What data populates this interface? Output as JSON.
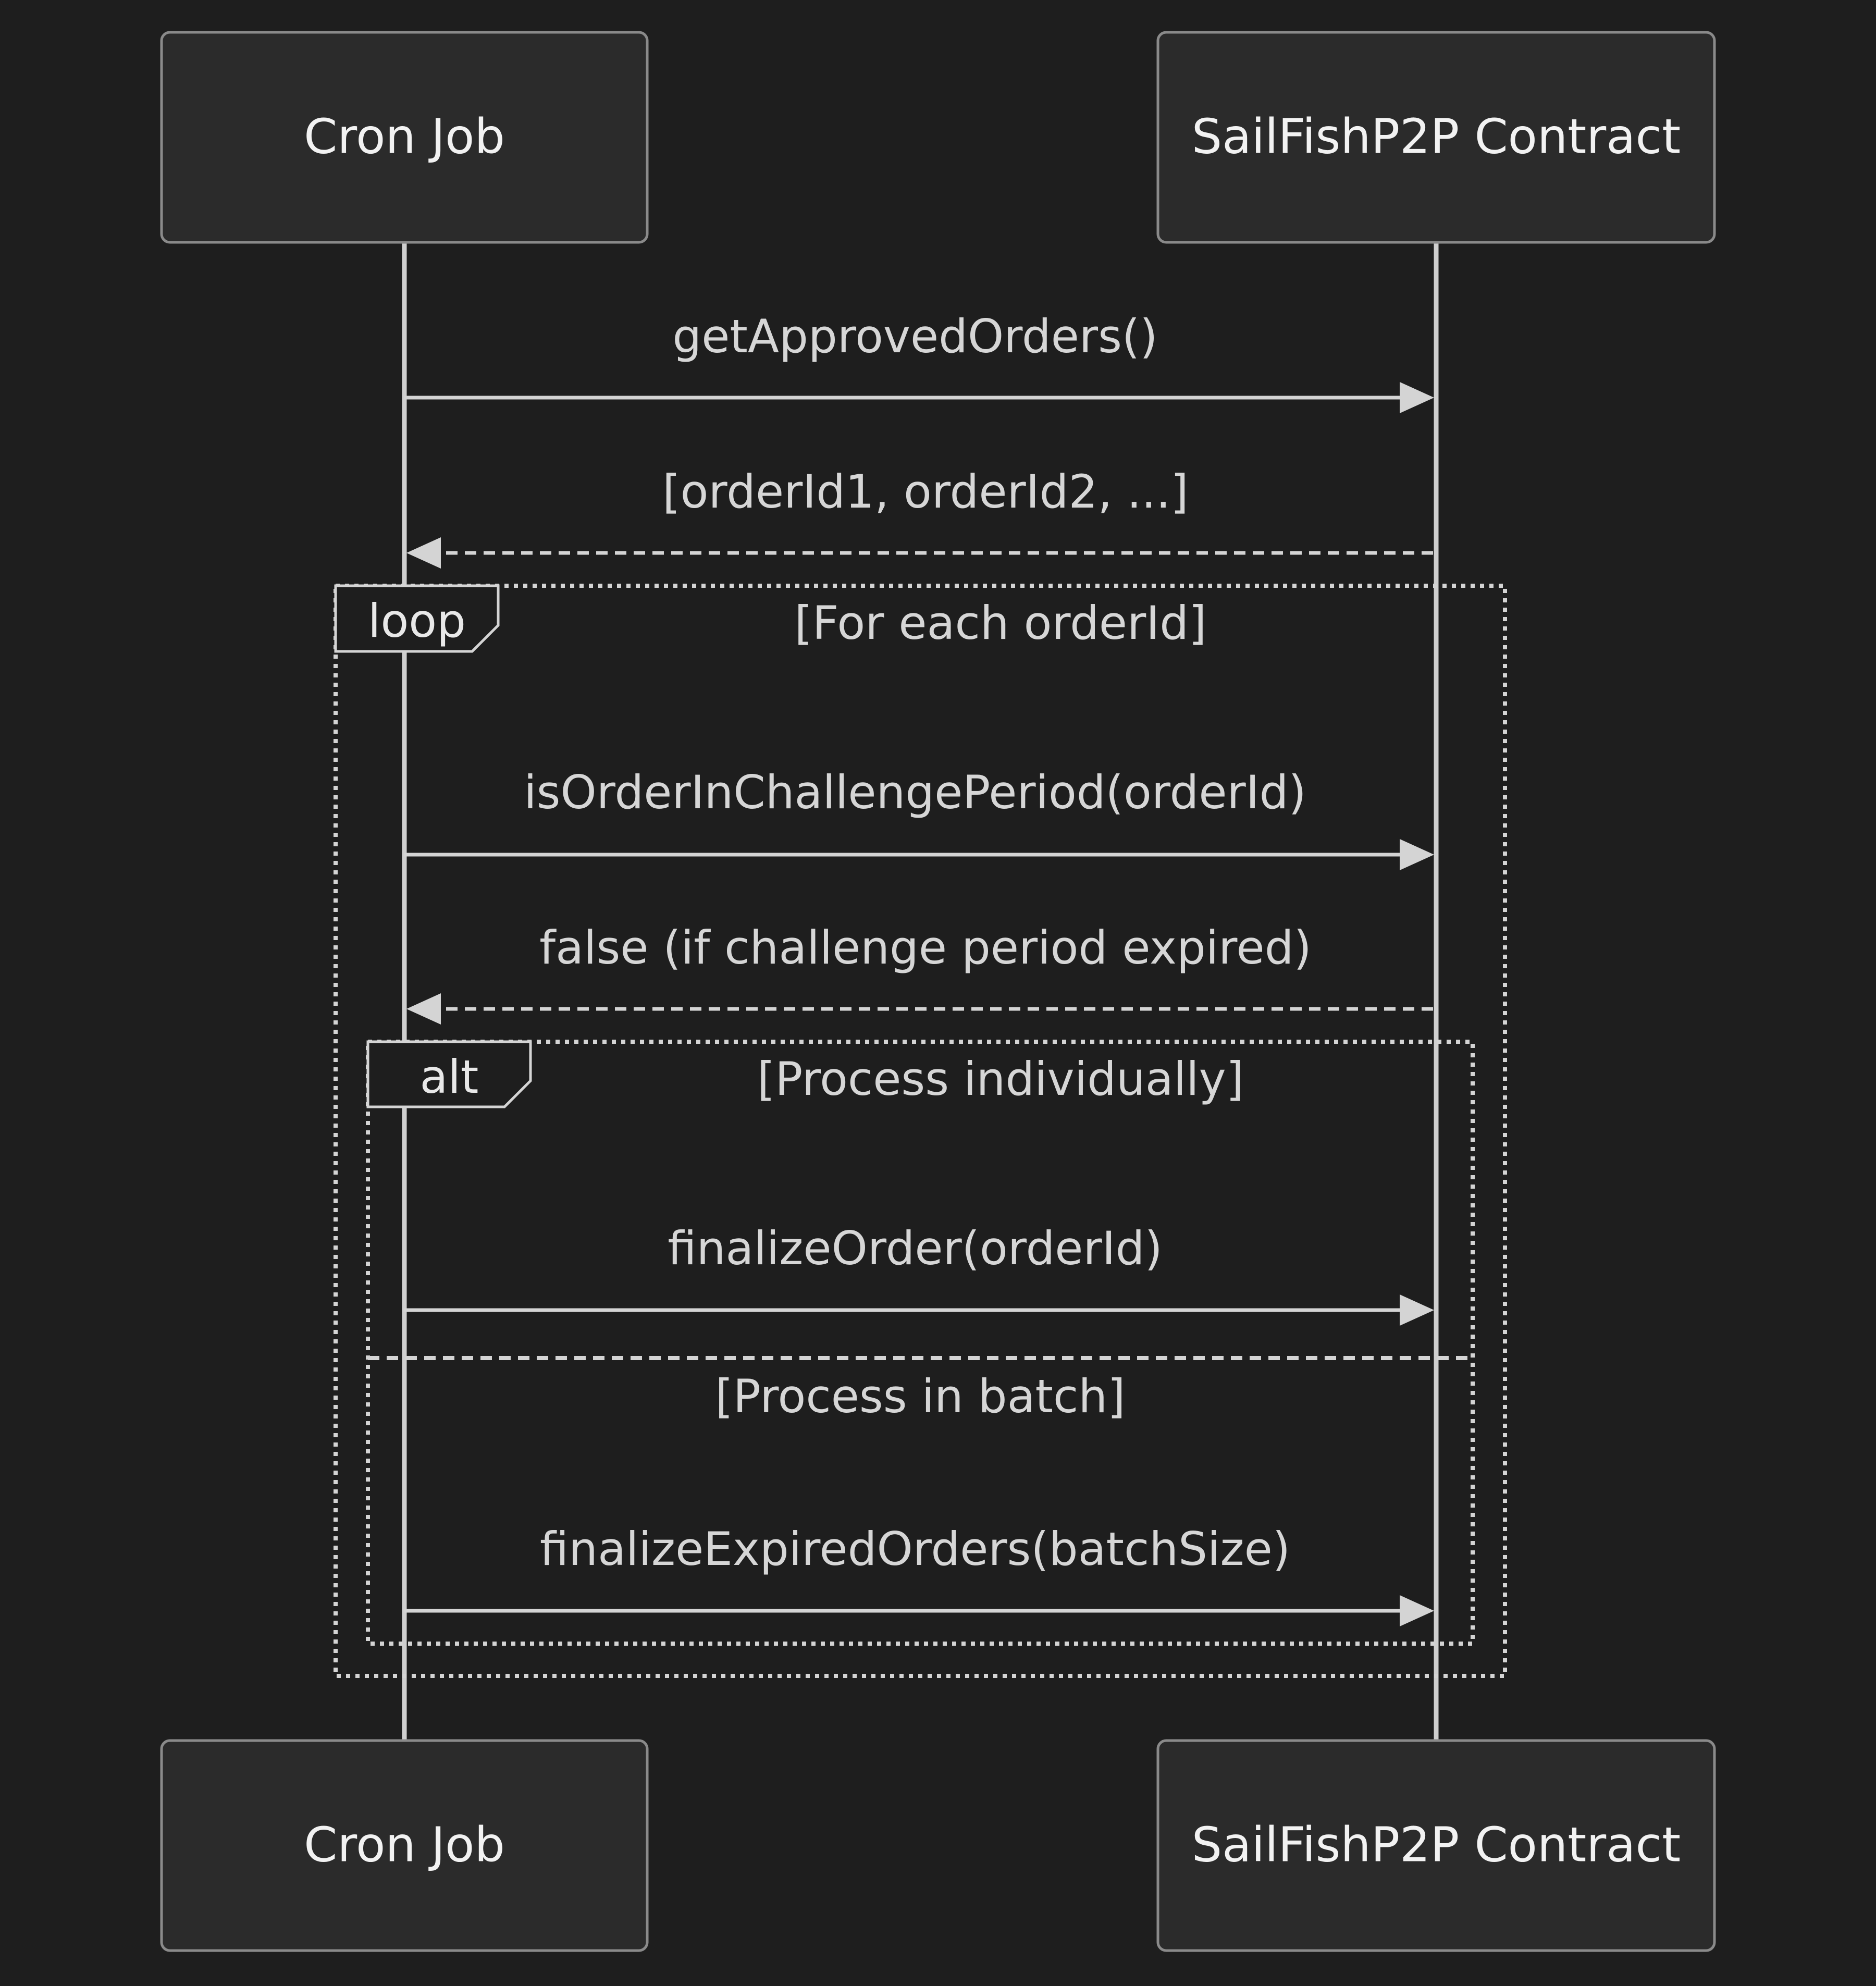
{
  "participants": {
    "cron_job": "Cron Job",
    "contract": "SailFishP2P Contract"
  },
  "messages": [
    {
      "from": "cron_job",
      "to": "contract",
      "label": "getApprovedOrders()",
      "style": "solid"
    },
    {
      "from": "contract",
      "to": "cron_job",
      "label": "[orderId1, orderId2, ...]",
      "style": "dashed"
    },
    {
      "from": "cron_job",
      "to": "contract",
      "label": "isOrderInChallengePeriod(orderId)",
      "style": "solid"
    },
    {
      "from": "contract",
      "to": "cron_job",
      "label": "false (if challenge period expired)",
      "style": "dashed"
    },
    {
      "from": "cron_job",
      "to": "contract",
      "label": "finalizeOrder(orderId)",
      "style": "solid"
    },
    {
      "from": "cron_job",
      "to": "contract",
      "label": "finalizeExpiredOrders(batchSize)",
      "style": "solid"
    }
  ],
  "fragments": {
    "loop": {
      "keyword": "loop",
      "condition": "[For each orderId]"
    },
    "alt": {
      "keyword": "alt",
      "condition": "[Process individually]",
      "else_condition": "[Process in batch]"
    }
  },
  "colors": {
    "background": "#1e1e1e",
    "actor_fill": "#2b2b2b",
    "line": "#d4d4d4"
  }
}
